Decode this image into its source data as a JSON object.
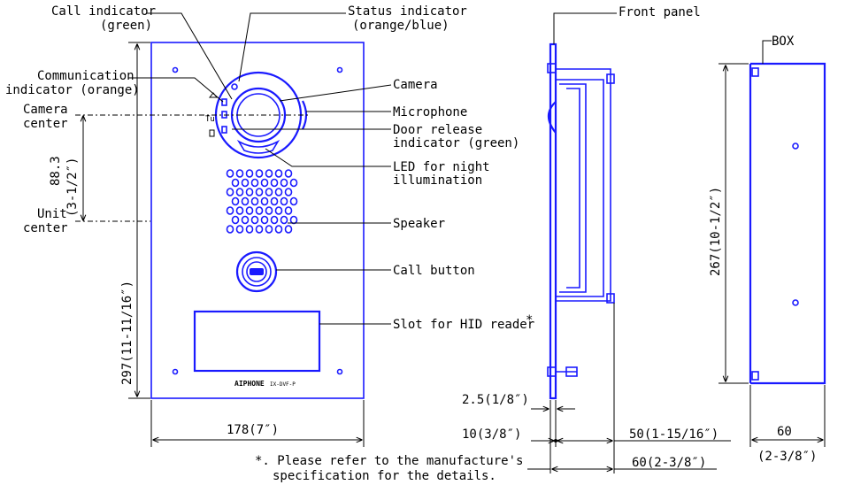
{
  "colors": {
    "outline": "#1a1aff",
    "text": "#000000",
    "background": "#ffffff"
  },
  "front_view": {
    "call_indicator": [
      "Call indicator",
      "(green)"
    ],
    "status_indicator": [
      "Status indicator",
      "(orange/blue)"
    ],
    "communication_indicator": [
      "Communication",
      "indicator (orange)"
    ],
    "camera_center": [
      "Camera",
      "center"
    ],
    "unit_center": [
      "Unit",
      "center"
    ],
    "camera": "Camera",
    "microphone": "Microphone",
    "door_release": [
      "Door release",
      "indicator (green)"
    ],
    "led": [
      "LED for night",
      "illumination"
    ],
    "speaker": "Speaker",
    "call_button": "Call button",
    "hid_slot": "Slot for HID reader",
    "asterisk": "*",
    "dim_center": [
      "88.3",
      "(3-1/2″)"
    ],
    "dim_height": "297(11-11/16″)",
    "dim_width": "178(7″)",
    "brand": "AIPHONE",
    "model": "IX-DVF-P"
  },
  "side_view": {
    "front_panel": "Front panel",
    "dim_panel": "2.5(1/8″)",
    "dim_10": "10(3/8″)",
    "dim_50": "50(1-15/16″)",
    "dim_60": "60(2-3/8″)"
  },
  "box_view": {
    "box": "BOX",
    "dim_height": "267(10-1/2″)",
    "dim_depth": [
      "60",
      "(2-3/8″)"
    ]
  },
  "footnote": [
    "*. Please refer to the manufacture's",
    "specification for the details."
  ]
}
